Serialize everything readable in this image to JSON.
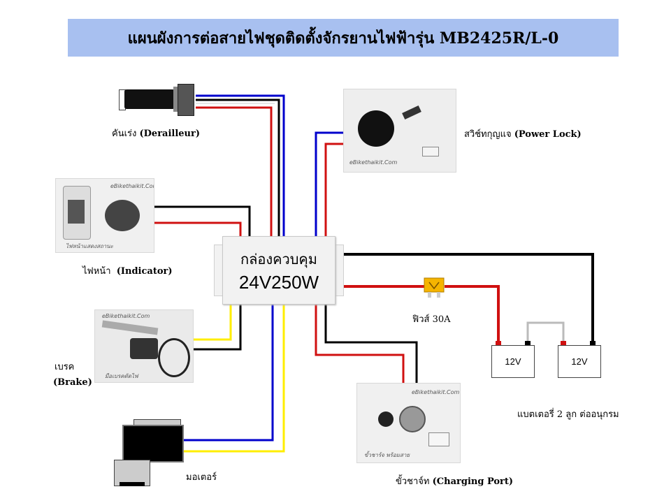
{
  "title": "แผนผังการต่อสายไฟชุดติดตั้งจักรยานไฟฟ้ารุ่น MB2425R/L-0",
  "controller": {
    "name": "กล่องควบคุม",
    "spec": "24V250W"
  },
  "components": {
    "throttle": {
      "thai": "คันเร่ง",
      "en": "(Derailleur)"
    },
    "indicator": {
      "thai": "ไฟหน้า",
      "en": "(Indicator)"
    },
    "brake": {
      "thai": "เบรค",
      "en": "(Brake)"
    },
    "motor": {
      "thai": "มอเตอร์"
    },
    "power_lock": {
      "thai": "สวิช์ทกุญแจ",
      "en": "(Power Lock)"
    },
    "fuse": {
      "thai": "ฟิวส์ 30A"
    },
    "charging_port": {
      "thai": "ขั้วชาจ์ท",
      "en": "(Charging Port)"
    },
    "battery_note": "แบตเตอรี่ 2 ลูก ต่ออนุกรม"
  },
  "batteries": [
    {
      "label": "12V"
    },
    {
      "label": "12V"
    }
  ],
  "watermarks": {
    "site": "eBikethaikit.Com",
    "indicator_caption": "ไฟหน้าแสดงสถานะ",
    "brake_caption": "มือเบรคตัดไฟ",
    "charging_caption": "ขั้วชาร์จ พร้อมสาย"
  },
  "colors": {
    "title_bg": "#a8c0f0",
    "wire_red": "#d01010",
    "wire_black": "#000000",
    "wire_blue": "#0000cc",
    "wire_yellow": "#ffee00",
    "wire_white": "#ffffff",
    "wire_gray": "#bbbbbb",
    "fuse": "#f5b400"
  }
}
